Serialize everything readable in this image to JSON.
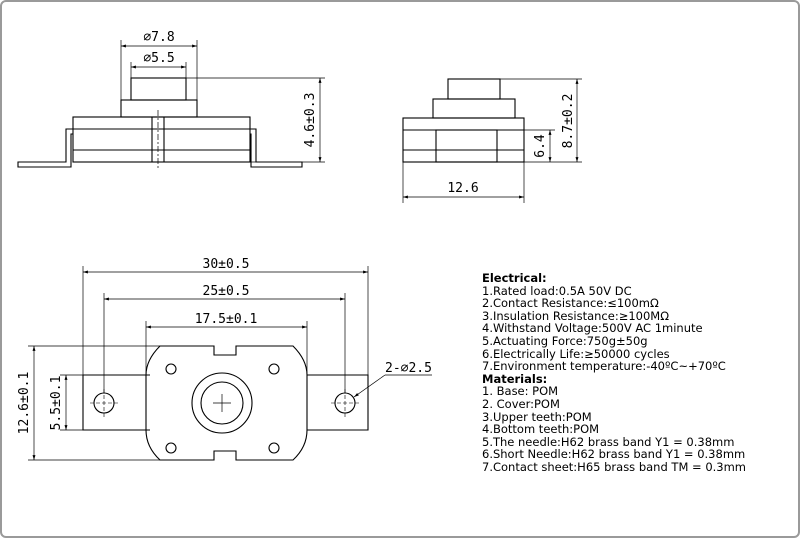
{
  "dimensions": {
    "top_button_outer": "⌀7.8",
    "top_button_inner": "⌀5.5",
    "height": "4.6±0.3",
    "side_inner_height": "6.4",
    "side_total_height": "8.7±0.2",
    "side_width": "12.6",
    "overall_length": "30±0.5",
    "hole_spacing": "25±0.5",
    "body_length": "17.5±0.1",
    "hole_callout": "2-⌀2.5",
    "overall_width": "12.6±0.1",
    "tab_width": "5.5±0.1"
  },
  "electrical": {
    "heading": "Electrical:",
    "items": [
      "1.Rated load:0.5A 50V DC",
      "2.Contact Resistance:≤100mΩ",
      "3.Insulation Resistance:≥100MΩ",
      "4.Withstand Voltage:500V AC 1minute",
      "5.Actuating Force:750g±50g",
      "6.Electrically Life:≥50000 cycles",
      "7.Environment temperature:-40ºC~+70ºC"
    ]
  },
  "materials": {
    "heading": "Materials:",
    "items": [
      "1. Base: POM",
      "2. Cover:POM",
      "3.Upper teeth:POM",
      "4.Bottom teeth:POM",
      "5.The needle:H62 brass band Y1 = 0.38mm",
      "6.Short Needle:H62 brass band Y1 = 0.38mm",
      "7.Contact sheet:H65 brass band TM = 0.3mm"
    ]
  }
}
